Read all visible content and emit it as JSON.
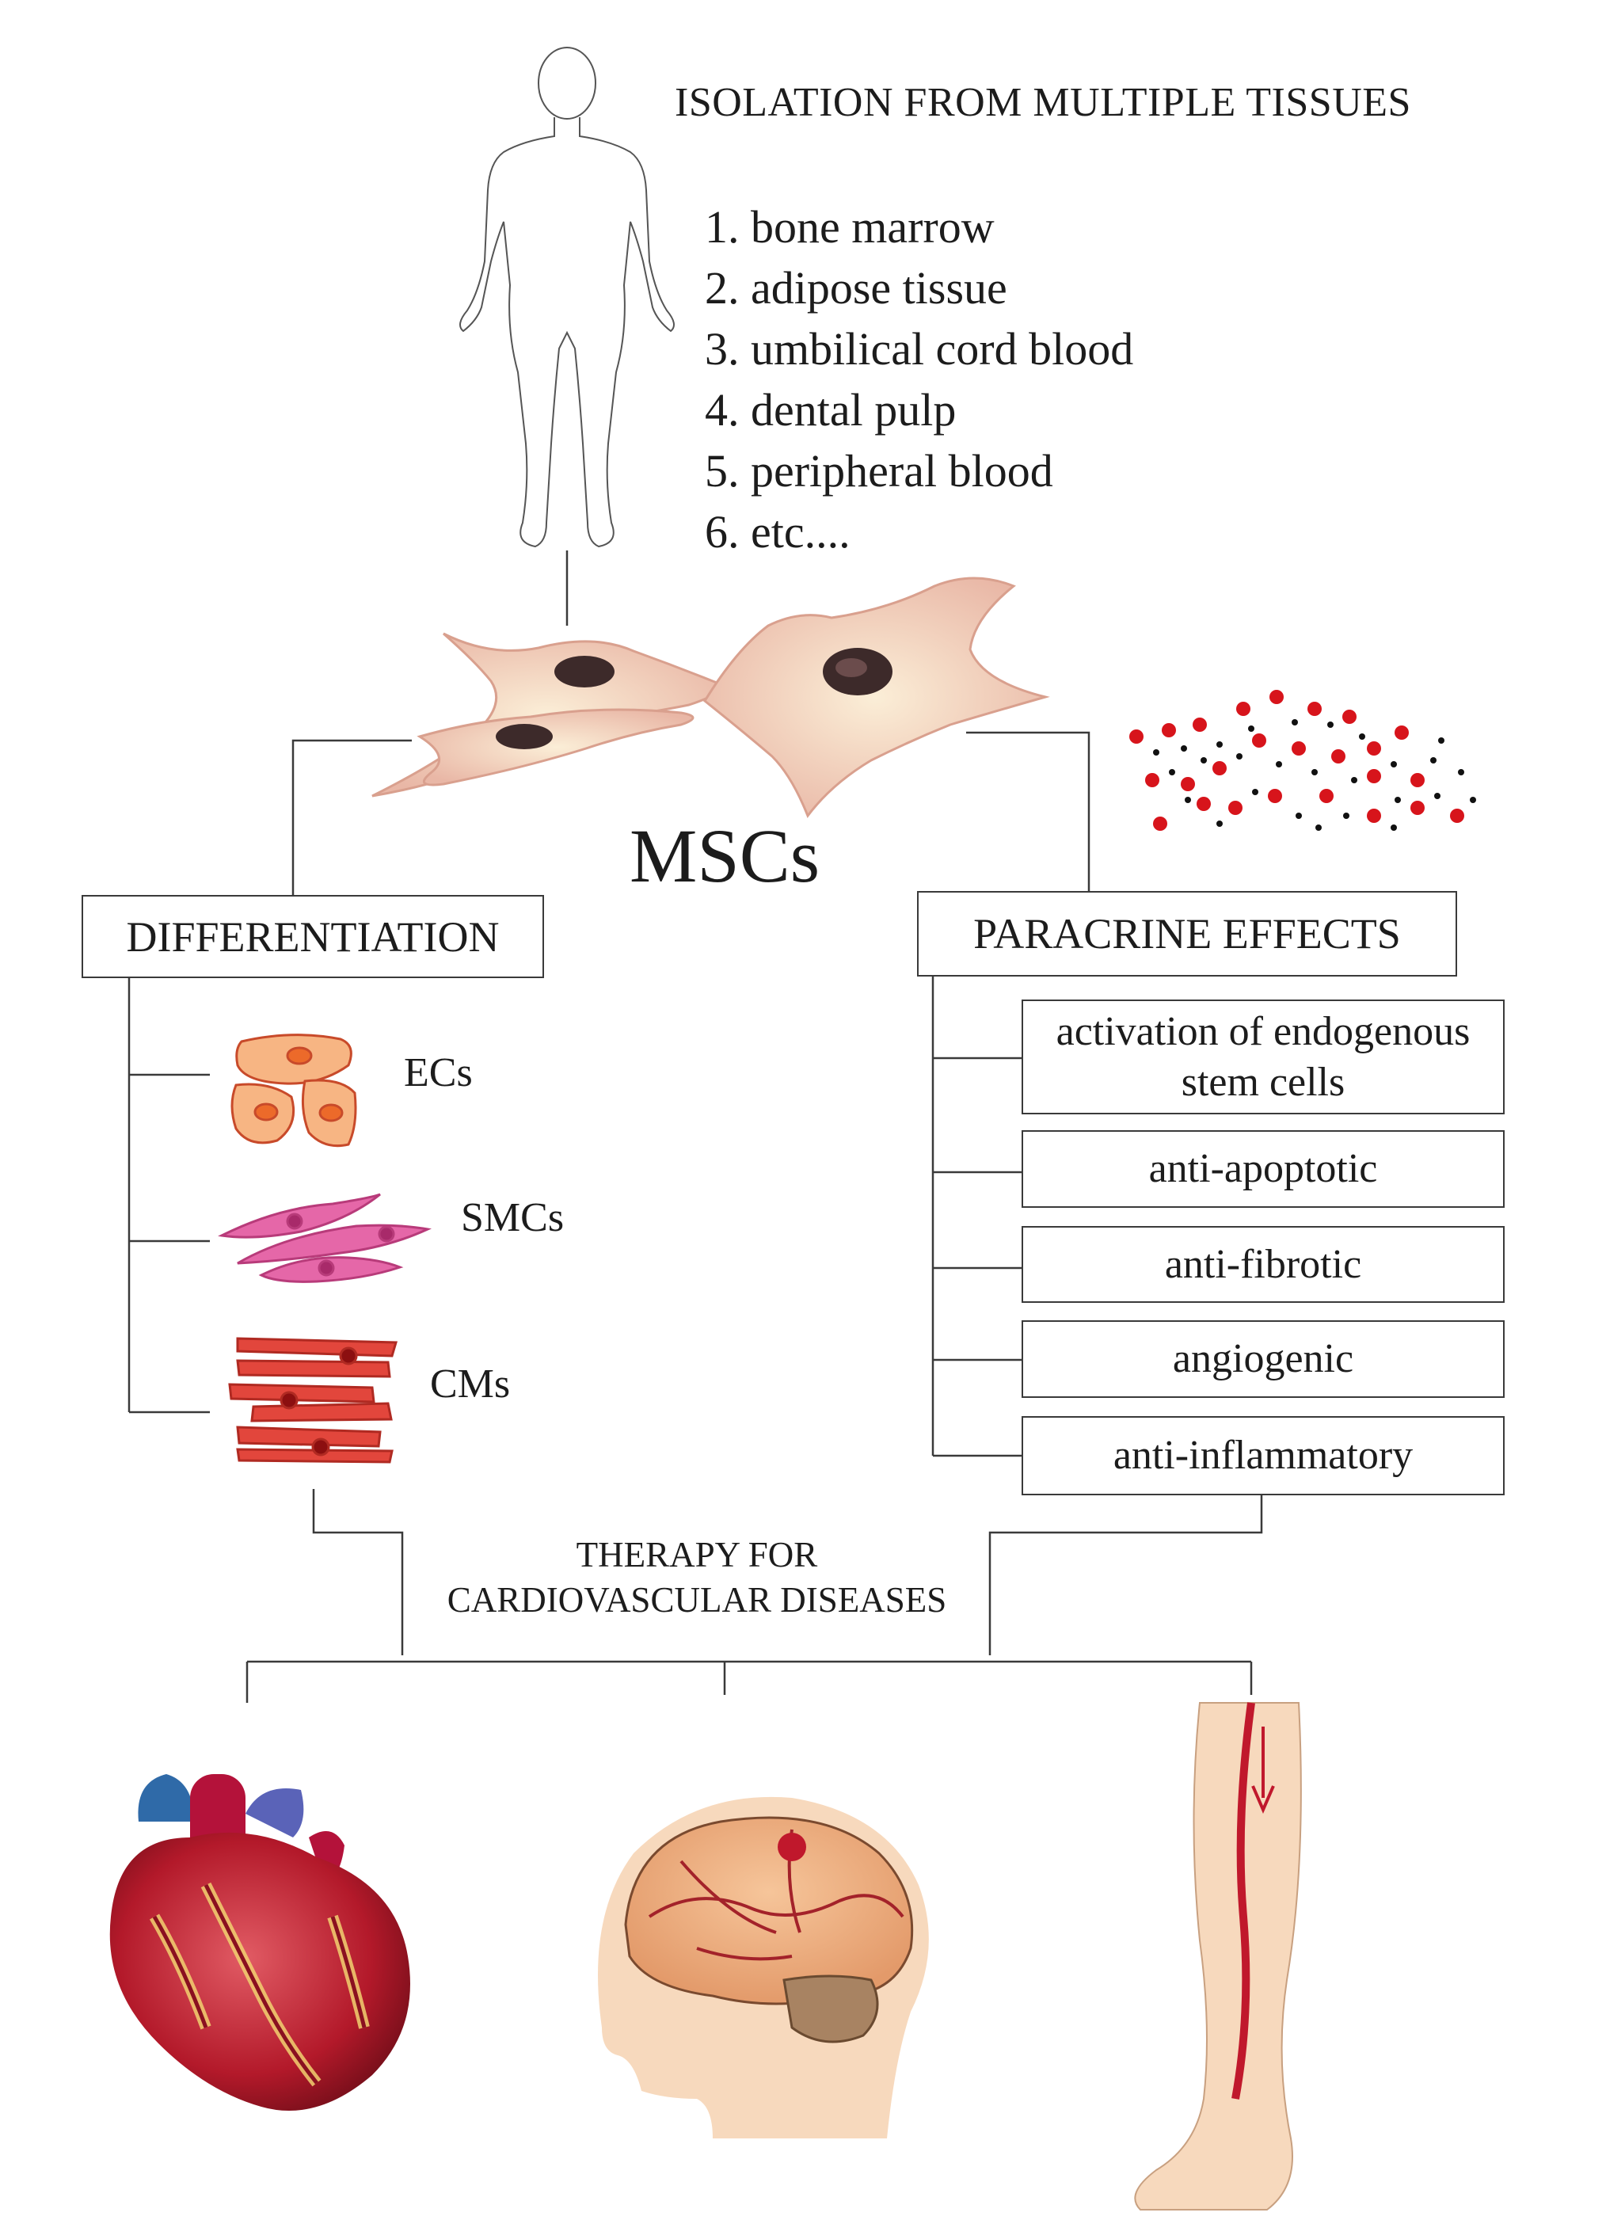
{
  "header": {
    "title": "ISOLATION FROM MULTIPLE TISSUES"
  },
  "sources": [
    "1. bone marrow",
    "2. adipose tissue",
    "3. umbilical cord blood",
    "4. dental pulp",
    "5. peripheral blood",
    "6. etc...."
  ],
  "center": {
    "label": "MSCs"
  },
  "differentiation": {
    "title": "DIFFERENTIATION",
    "cells": [
      {
        "label": "ECs",
        "icon": "endothelial-cells-icon"
      },
      {
        "label": "SMCs",
        "icon": "smooth-muscle-cells-icon"
      },
      {
        "label": "CMs",
        "icon": "cardiomyocytes-icon"
      }
    ]
  },
  "paracrine": {
    "title": "PARACRINE EFFECTS",
    "effects": [
      "activation of endogenous stem cells",
      "anti-apoptotic",
      "anti-fibrotic",
      "angiogenic",
      "anti-inflammatory"
    ]
  },
  "therapy": {
    "line1": "THERAPY FOR",
    "line2": "CARDIOVASCULAR DISEASES"
  },
  "targets": [
    "heart-icon",
    "brain-icon",
    "leg-artery-icon"
  ],
  "colors": {
    "line": "#3a3a3a",
    "cell_body": "#f2d0c4",
    "nucleus": "#3d2a2a",
    "secretome_red": "#d7141b",
    "ec_fill": "#f7b583",
    "smc_fill": "#e567a8",
    "cm_fill": "#e2463c",
    "heart_red": "#c0182c",
    "skin": "#f7d9bd"
  }
}
